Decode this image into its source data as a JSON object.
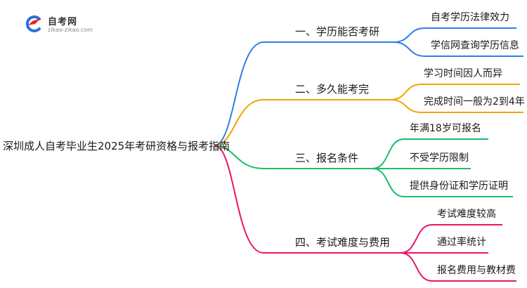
{
  "logo": {
    "title": "自考网",
    "subtitle": "zikao-zikao.com"
  },
  "root": "深圳成人自考毕业生2025年考研资格与报考指南",
  "branches": [
    {
      "label": "一、学历能否考研",
      "color": "#2f7fe8",
      "leaves": [
        "自考学历法律效力",
        "学信网查询学历信息"
      ]
    },
    {
      "label": "二、多久能考完",
      "color": "#f0a500",
      "leaves": [
        "学习时间因人而异",
        "完成时间一般为2到4年"
      ]
    },
    {
      "label": "三、报名条件",
      "color": "#1dbd6b",
      "leaves": [
        "年满18岁可报名",
        "不受学历限制",
        "提供身份证和学历证明"
      ]
    },
    {
      "label": "四、考试难度与费用",
      "color": "#e8146c",
      "leaves": [
        "考试难度较高",
        "通过率统计",
        "报名费用与教材费"
      ]
    }
  ]
}
